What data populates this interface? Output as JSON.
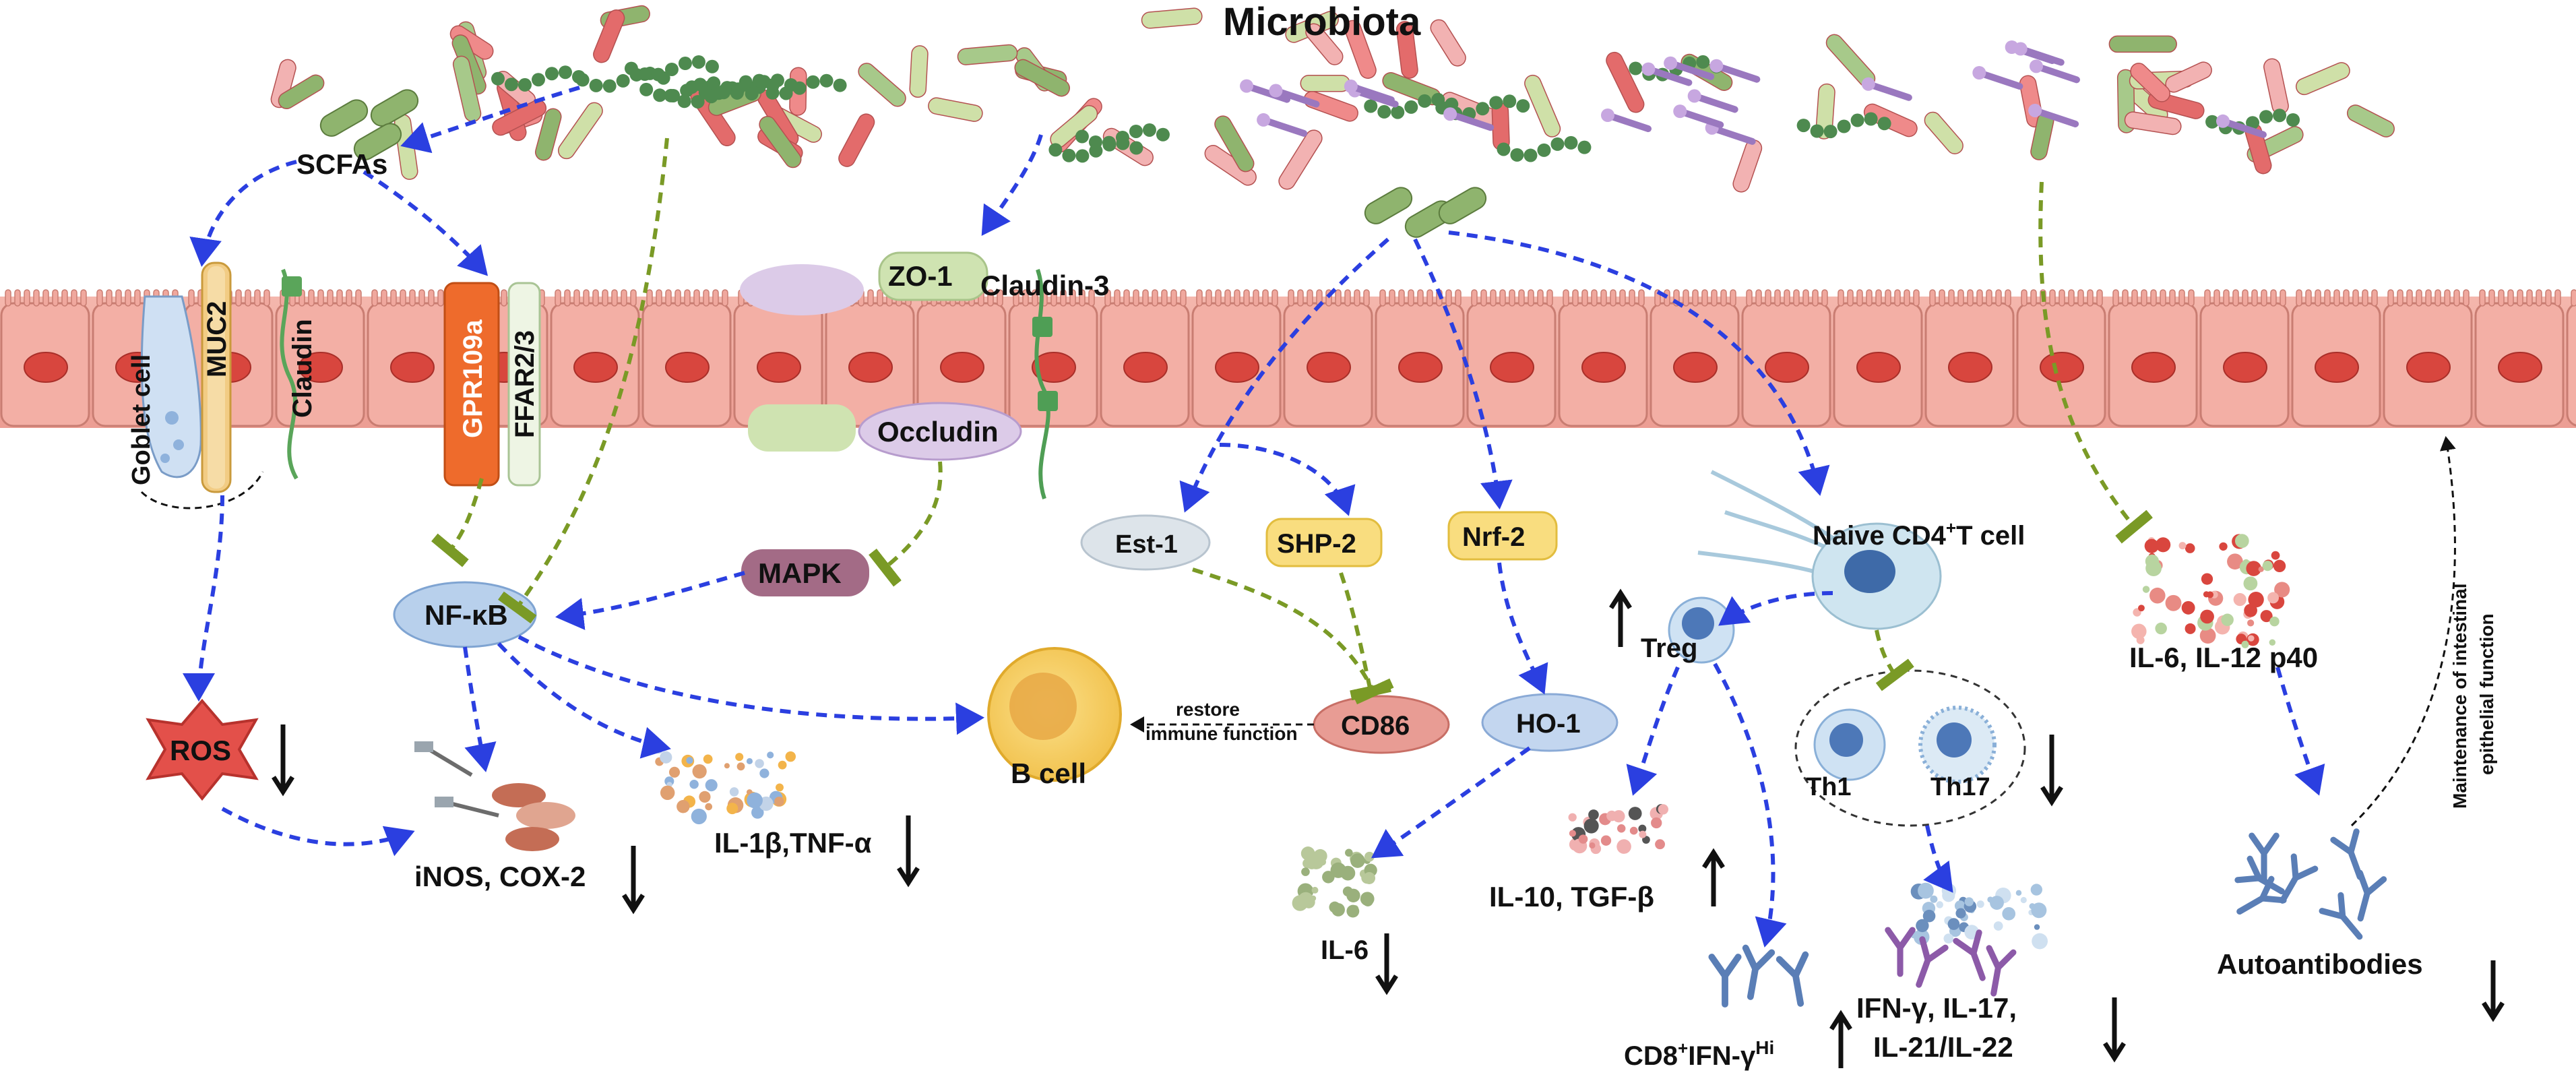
{
  "title": "Microbiota",
  "labels": {
    "scfas": "SCFAs",
    "goblet": "Goblet cell",
    "muc2": "MUC2",
    "claudin": "Claudin",
    "gpr109a": "GPR109a",
    "ffar": "FFAR2/3",
    "zo1": "ZO-1",
    "claudin3": "Claudin-3",
    "occludin": "Occludin",
    "mapk": "MAPK",
    "nfkb": "NF-κB",
    "ros": "ROS",
    "inos": "iNOS, COX-2",
    "il1b": "IL-1β,TNF-α",
    "bcell": "B cell",
    "restore1": "restore",
    "restore2": "immune function",
    "est1": "Est-1",
    "shp2": "SHP-2",
    "cd86": "CD86",
    "nrf2": "Nrf-2",
    "ho1": "HO-1",
    "il6_left": "IL-6",
    "naive": "Naive CD4",
    "naive_sup": "+",
    "naive_tail": "T cell",
    "treg": "Treg",
    "th1": "Th1",
    "th17": "Th17",
    "il10": "IL-10, TGF-β",
    "cd8_a": "CD8",
    "cd8_sup1": "+",
    "cd8_b": "IFN-γ",
    "cd8_sup2": "Hi",
    "ifn1": "IFN-γ, IL-17,",
    "ifn2": "IL-21/IL-22",
    "il6_il12": "IL-6, IL-12 p40",
    "autoab": "Autoantibodies",
    "maint1": "Maintenance of intestinal",
    "maint2": "epithelial function"
  },
  "colors": {
    "arrow_blue": "#2b3fe0",
    "inhibit_green": "#7a9a26",
    "epithelium": "#f2aaa0",
    "nucleus": "#d8463e",
    "nfkb_node": "#b5cde9",
    "mapk_node": "#a36b86",
    "cd86_node": "#e89c94",
    "bcell": "#f6cf60",
    "ros_star": "#e3504a"
  }
}
